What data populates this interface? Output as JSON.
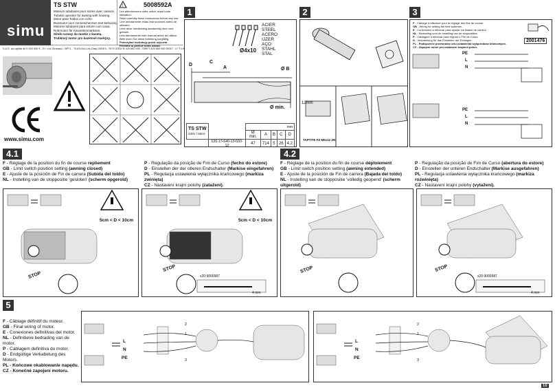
{
  "header": {
    "brand": "simu",
    "product": "TS STW",
    "code": "5008592A",
    "website": "www.simu.com",
    "desc_lines": [
      "Moteurs tubulaires pour stores avec caisson.",
      "Tubular operator for awning with housing.",
      "Motor para Toldos con cofre.",
      "Buismotor voor zonneschermen met behuizing.",
      "Motores tubulares para estore com caixa.",
      "Rohrmotor für Kassettenmarkisen.",
      "Silnik rurowy do markiz z kasetą.",
      "Trubkový motor pro kazetové markýzy."
    ],
    "notes_lines": [
      "Lire attentivement cette notice avant toute utilisation.",
      "Read carefully these instructions before any use.",
      "Leer atentamente estas instrucciones antes de utilizarlo.",
      "Lees deze handleiding aandachtig door voor gebruik.",
      "Leia atentamente este manual antes de utilizar.",
      "Bitte lesen Sie diese Anleitung sorgfältig.",
      "Przeczytać instrukcję przed użyciem.",
      "Přečtěte si pečlivě tento návod."
    ],
    "company_line": "S.A.S. au capital de 5 000 000 € - Z.I. Les Giranaux - BP71 - 70103 Arc-Les-Gray CEDEX - RCS GRAY B 425 650 090 - SIRET 425 650 090 00017 - n° T.V.A CEE FR 87 425 650 090"
  },
  "section1": {
    "num": "1",
    "materials": [
      "ACIER",
      "STEEL",
      "ACERO",
      "IJZER",
      "AÇO",
      "STAHL",
      "STAL"
    ],
    "drill": "Ø4x10",
    "labels": {
      "c": "C",
      "d": "D",
      "a": "A",
      "b": "Ø B",
      "min": "Ø min."
    },
    "table": {
      "model": "TS STW",
      "voltage": "230V / 50Hz",
      "unit": "mm",
      "headers": [
        "Ø min.",
        "A",
        "B",
        "C",
        "D"
      ],
      "row_label": "S30-17•S40-12•S50-12",
      "row": [
        "47",
        "714",
        "5",
        "26",
        "4,2"
      ]
    }
  },
  "section2": {
    "num": "2",
    "dim": "12mm",
    "screw": "TAPTITE FZ M5x12 ZN"
  },
  "section3": {
    "num": "3",
    "part": "2001476",
    "lines": [
      {
        "code": "F",
        "text": "- Câblage à effectuer pour le réglage des fins de course."
      },
      {
        "code": "GB",
        "text": "- Wiring for setting the limit switches."
      },
      {
        "code": "E",
        "text": "- Conexiones a efectuar para ajustar los finales de carrera."
      },
      {
        "code": "NL",
        "text": "- Bedrading voor de instelling van de stopposities."
      },
      {
        "code": "P",
        "text": "- Cablagem a efectuar para regular o Fim de Curso."
      },
      {
        "code": "D",
        "text": "- Verkabelung für das Einstellen der Endlagen."
      },
      {
        "code": "PL",
        "text": "- Podłączenie przewodów celu ustawienia wyłączników krańcowych."
      },
      {
        "code": "CZ",
        "text": "- Zapojení nutné pro nastavení krajních poloh."
      }
    ],
    "wires": [
      "PE",
      "L",
      "N"
    ]
  },
  "section41": {
    "num": "4.1",
    "left": [
      {
        "code": "F",
        "text": "- Réglage de la position du fin de course ",
        "bold": "repliement"
      },
      {
        "code": "GB",
        "text": "- Limit switch position setting ",
        "bold": "(awning closed)"
      },
      {
        "code": "E",
        "text": "- Ajuste de la posición de Fin de carrera ",
        "bold": "(Subida del toldo)"
      },
      {
        "code": "NL",
        "text": "- Instelling van de stoppositie 'gesloten' ",
        "bold": "(scherm opgerold)"
      }
    ],
    "right": [
      {
        "code": "P",
        "text": "- Regulação da posição de Fim de Curso ",
        "bold": "(fecho do estore)"
      },
      {
        "code": "D",
        "text": "- Einstellen der der oberen Endschalter ",
        "bold": "(Markise eingefahren)"
      },
      {
        "code": "PL",
        "text": "- Regulacja ustawienia wyłącznika krańcowego ",
        "bold": "(markiza zwinięta)"
      },
      {
        "code": "CZ",
        "text": "- Nastavení krajní polohy ",
        "bold": "(zatažení)."
      }
    ],
    "gap": "5cm < D < 10cm",
    "stop": "STOP",
    "tool_qty": "x20:9000987",
    "tool_size": "4 mm"
  },
  "section42": {
    "num": "4.2",
    "left": [
      {
        "code": "F",
        "text": "- Réglage de la position du fin de course ",
        "bold": "déploiement"
      },
      {
        "code": "GB",
        "text": "- Limit switch position setting ",
        "bold": "(awning extended)"
      },
      {
        "code": "E",
        "text": "- Ajuste de la posición de Fin de carrera ",
        "bold": "(Bajada del toldo)"
      },
      {
        "code": "NL",
        "text": "- Instelling van de stoppositie 'volledig geopend' ",
        "bold": "(scherm uitgerold)"
      }
    ],
    "right": [
      {
        "code": "P",
        "text": "- Regulação da posição de Fim de Curso ",
        "bold": "(abertura do estore)"
      },
      {
        "code": "D",
        "text": "- Einstellen der unteren Endschalter ",
        "bold": "(Markise ausgefahren)"
      },
      {
        "code": "PL",
        "text": "- Regulacja ustawienia wyłącznika krańcowego ",
        "bold": "(markiza rozwinięta)"
      },
      {
        "code": "CZ",
        "text": "- Nastavení krajní polohy ",
        "bold": "(vytažení)."
      }
    ],
    "stop": "STOP",
    "tool_qty": "x20:9000987",
    "tool_size": "4 mm"
  },
  "section5": {
    "num": "5",
    "lines": [
      {
        "code": "F",
        "text": "- Câblage définitif du moteur."
      },
      {
        "code": "GB",
        "text": "- Final wiring of motor."
      },
      {
        "code": "E",
        "text": "- Conexiones definitivas del motor."
      },
      {
        "code": "NL",
        "text": "- Definitieve bedrading van de motor."
      },
      {
        "code": "P",
        "text": "- Cablagem definitiva do motor."
      },
      {
        "code": "D",
        "text": "- Endgültige Verkabelung des Motors."
      },
      {
        "code": "PL",
        "text": "- Końcowe okablowanie napędu."
      },
      {
        "code": "CZ",
        "text": "- Konečné zapojení motoru."
      }
    ],
    "wires": [
      "L",
      "N",
      "PE"
    ],
    "nums": [
      "1",
      "2",
      "3"
    ]
  },
  "page": "1/2"
}
